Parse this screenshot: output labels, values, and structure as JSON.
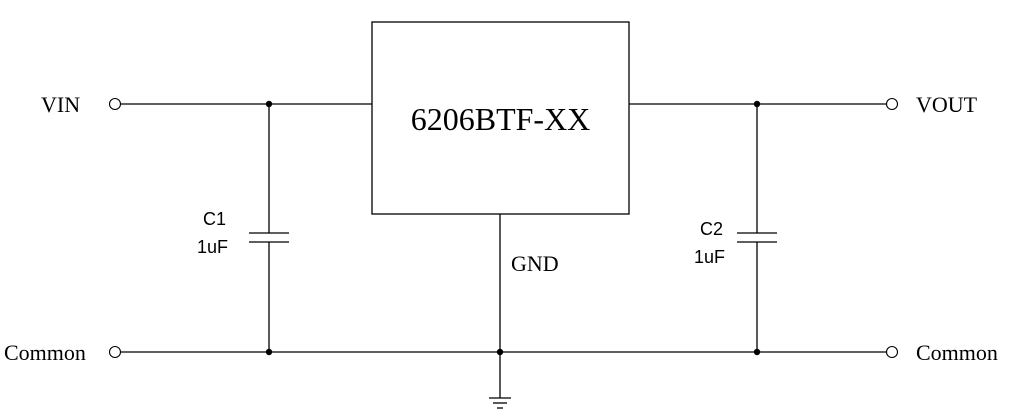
{
  "ic": {
    "label": "6206BTF-XX"
  },
  "pins": {
    "vin": "VIN",
    "vout": "VOUT",
    "gnd": "GND",
    "common_left": "Common",
    "common_right": "Common"
  },
  "capacitors": [
    {
      "ref": "C1",
      "value": "1uF"
    },
    {
      "ref": "C2",
      "value": "1uF"
    }
  ]
}
